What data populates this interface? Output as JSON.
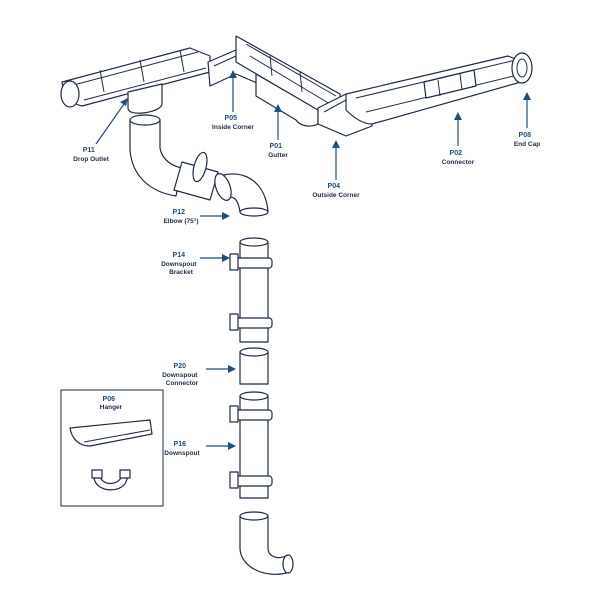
{
  "colors": {
    "ink": "#1f2b45",
    "accent": "#1f4e79",
    "background": "#ffffff"
  },
  "parts": [
    {
      "id": "p11",
      "code": "P11",
      "lines": [
        "Drop Outlet"
      ]
    },
    {
      "id": "p05",
      "code": "P05",
      "lines": [
        "Inside Corner"
      ]
    },
    {
      "id": "p01",
      "code": "P01",
      "lines": [
        "Gutter"
      ]
    },
    {
      "id": "p04",
      "code": "P04",
      "lines": [
        "Outside Corner"
      ]
    },
    {
      "id": "p02",
      "code": "P02",
      "lines": [
        "Connector"
      ]
    },
    {
      "id": "p08",
      "code": "P08",
      "lines": [
        "End Cap"
      ]
    },
    {
      "id": "p12",
      "code": "P12",
      "lines": [
        "Elbow (75°)"
      ]
    },
    {
      "id": "p14",
      "code": "P14",
      "lines": [
        "Downspout",
        "Bracket"
      ]
    },
    {
      "id": "p20",
      "code": "P20",
      "lines": [
        "Downspout",
        "Connector"
      ]
    },
    {
      "id": "p16",
      "code": "P16",
      "lines": [
        "Downspout"
      ]
    },
    {
      "id": "p06",
      "code": "P06",
      "lines": [
        "Hanger"
      ]
    }
  ]
}
